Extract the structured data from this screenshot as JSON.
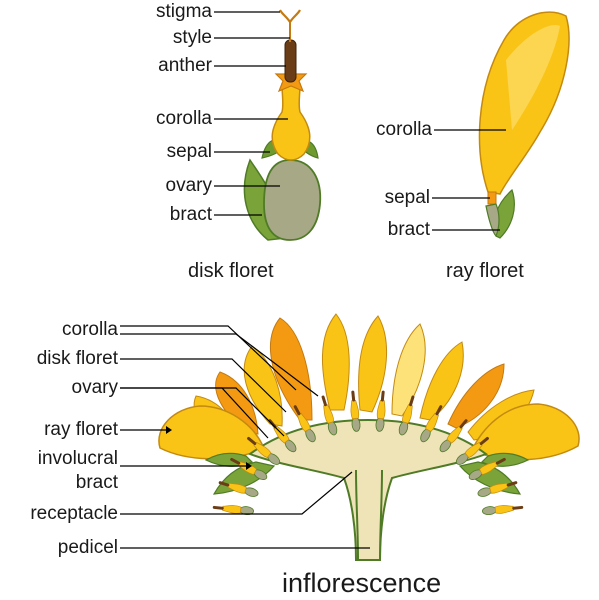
{
  "disk_floret": {
    "caption": "disk floret",
    "labels": {
      "stigma": "stigma",
      "style": "style",
      "anther": "anther",
      "corolla": "corolla",
      "sepal": "sepal",
      "ovary": "ovary",
      "bract": "bract"
    }
  },
  "ray_floret": {
    "caption": "ray floret",
    "labels": {
      "corolla": "corolla",
      "sepal": "sepal",
      "bract": "bract"
    }
  },
  "inflorescence": {
    "caption": "inflorescence",
    "labels": {
      "corolla": "corolla",
      "disk_floret": "disk floret",
      "ovary": "ovary",
      "ray_floret": "ray floret",
      "involucral_bract_1": "involucral",
      "involucral_bract_2": "bract",
      "receptacle": "receptacle",
      "pedicel": "pedicel"
    }
  },
  "colors": {
    "petal_yellow": "#f9c416",
    "petal_orange": "#f39a12",
    "petal_light": "#fde27a",
    "outline": "#7a5a10",
    "ovary_gray": "#a7a885",
    "bract_green": "#7aa33a",
    "bract_dark": "#4f7b26",
    "receptacle": "#efe3b8",
    "anther_brown": "#6b3d16",
    "line": "#000000"
  }
}
